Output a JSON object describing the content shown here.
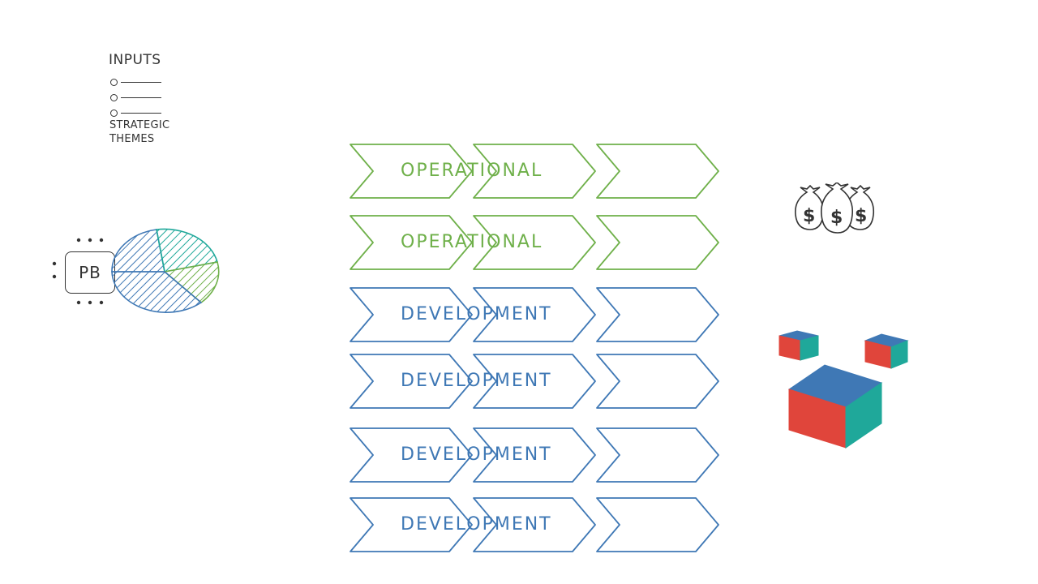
{
  "inputs": {
    "title": "INPUTS",
    "strategic_line1": "STRATEGIC",
    "strategic_line2": "THEMES"
  },
  "portfolio_backlog": {
    "label": "PB"
  },
  "value_streams": [
    {
      "label": "OPERATIONAL",
      "color": "#6fb04a"
    },
    {
      "label": "OPERATIONAL",
      "color": "#6fb04a"
    },
    {
      "label": "DEVELOPMENT",
      "color": "#3f78b5"
    },
    {
      "label": "DEVELOPMENT",
      "color": "#3f78b5"
    },
    {
      "label": "DEVELOPMENT",
      "color": "#3f78b5"
    },
    {
      "label": "DEVELOPMENT",
      "color": "#3f78b5"
    }
  ],
  "icons": {
    "money": "money-bags-icon",
    "cubes": "cubes-icon",
    "pie": "pie-chart-icon"
  },
  "colors": {
    "green": "#6fb04a",
    "blue": "#3f78b5",
    "teal": "#1fa89a",
    "red": "#e0453b",
    "ink": "#333333"
  }
}
